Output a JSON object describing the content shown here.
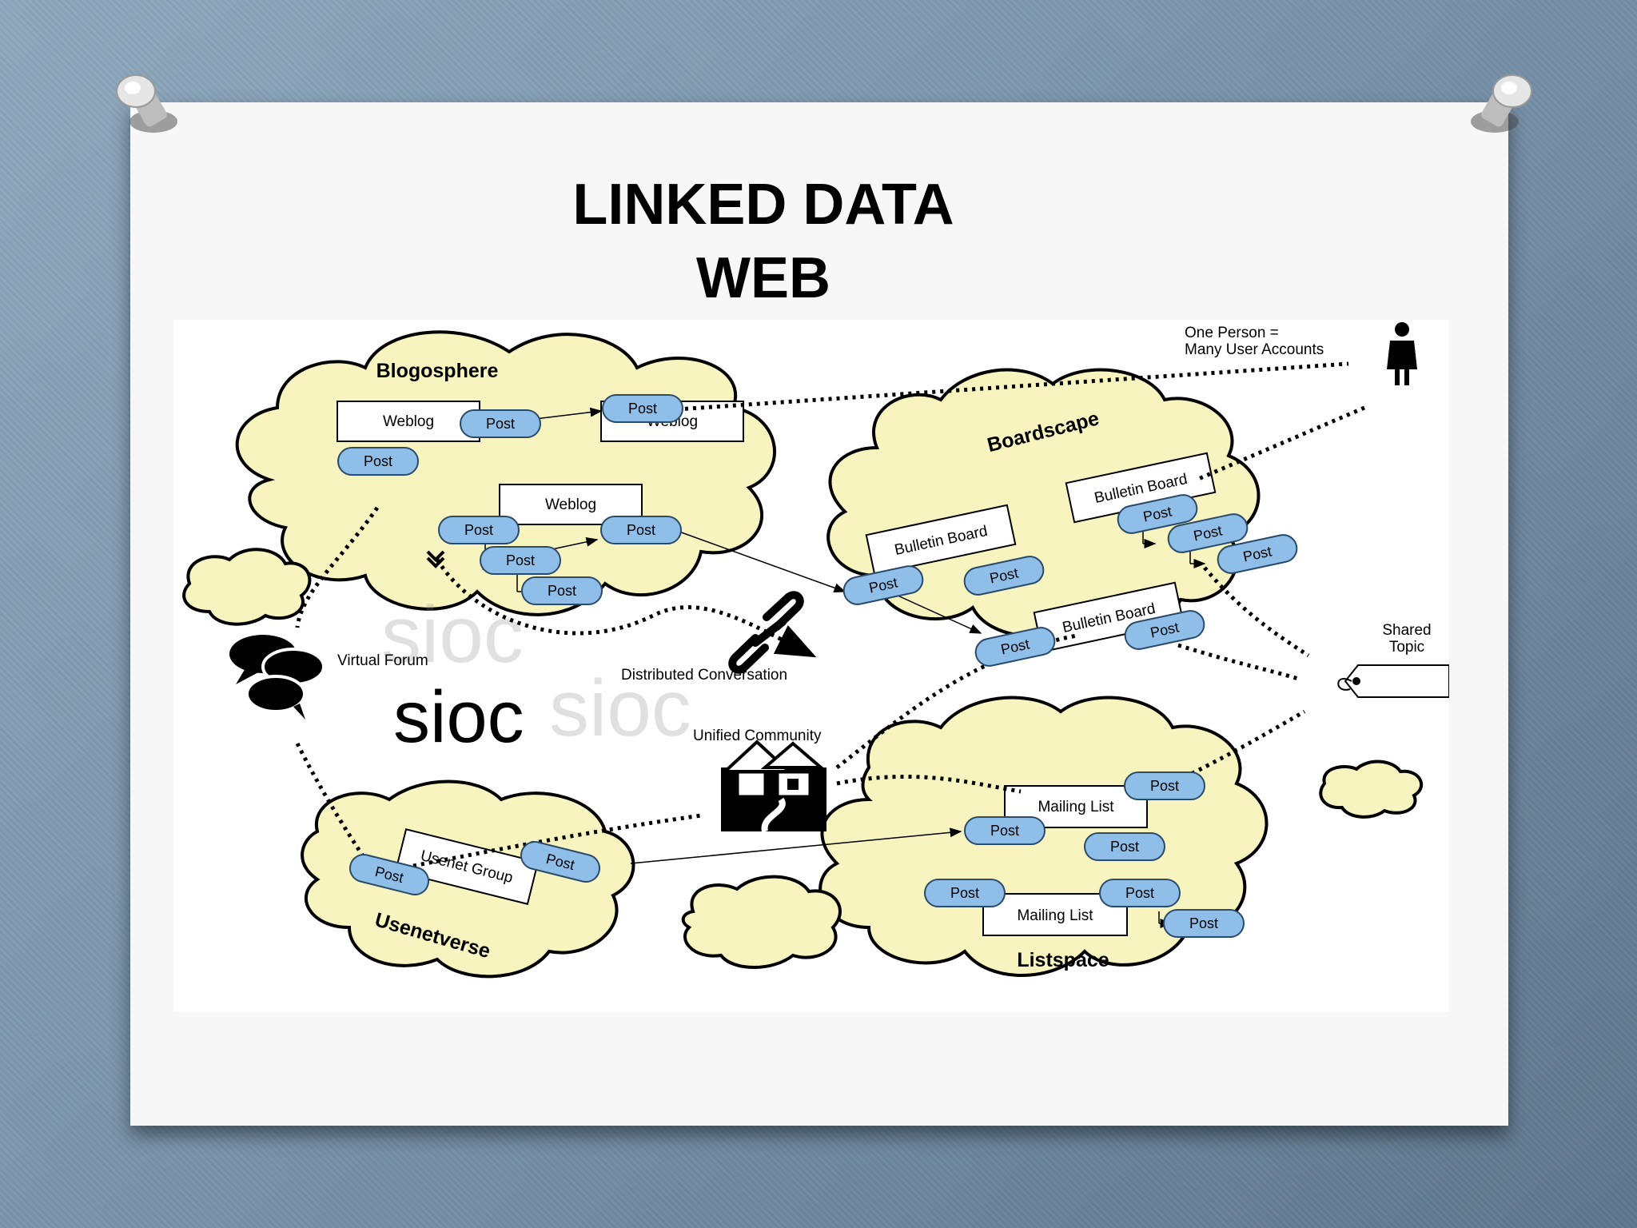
{
  "slide": {
    "title_line1": "LINKED DATA",
    "title_line2": "WEB"
  },
  "diagram": {
    "person_note": [
      "One Person =",
      "Many User Accounts"
    ],
    "clouds": {
      "blogosphere": "Blogosphere",
      "boardscape": "Boardscape",
      "usenetverse": "Usenetverse",
      "listspace": "Listspace"
    },
    "containers": {
      "weblog": "Weblog",
      "bulletin_board": "Bulletin Board",
      "usenet_group": "Usenet Group",
      "mailing_list": "Mailing List"
    },
    "post_label": "Post",
    "labels": {
      "virtual_forum": "Virtual Forum",
      "distributed_conversation": "Distributed Conversation",
      "unified_community": "Unified Community",
      "shared_topic": [
        "Shared",
        "Topic"
      ]
    },
    "logo_text": "sioc",
    "colors": {
      "cloud_fill": "#f8f4bf",
      "post_fill": "#8fbfe8",
      "post_stroke": "#2a4a6a",
      "paper": "#f7f7f8",
      "background": "#7d97ad"
    }
  }
}
